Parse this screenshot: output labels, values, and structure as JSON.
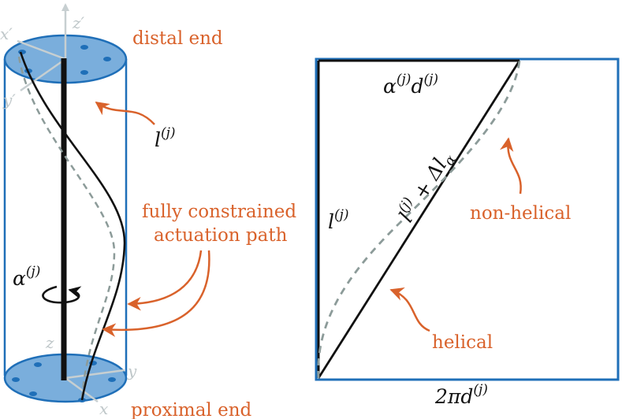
{
  "left_figure": {
    "distal_label": "distal end",
    "proximal_label": "proximal end",
    "tendon_label": {
      "base": "l",
      "sup": "(j)"
    },
    "path_label_line1": "fully constrained",
    "path_label_line2": "actuation path",
    "rotation_label": {
      "base": "α",
      "sup": "(j)"
    },
    "top_axes": {
      "x": "x′",
      "y": "y′",
      "z": "z′"
    },
    "bottom_axes": {
      "x": "x",
      "y": "y",
      "z": "z"
    }
  },
  "right_figure": {
    "top_label": {
      "a": "α",
      "a_sup": "(j)",
      "b": "d",
      "b_sup": "(j)"
    },
    "left_label": {
      "base": "l",
      "sup": "(j)"
    },
    "diagonal_label": {
      "base": "l",
      "sup": "(j)",
      "rest": " + Δl",
      "sub": "α"
    },
    "bottom_label": {
      "base": "2πd",
      "sup": "(j)"
    },
    "non_helical_label": "non-helical",
    "helical_label": "helical"
  },
  "colors": {
    "blue_stroke": "#1f6fb8",
    "blue_fill": "#7aaedc",
    "orange": "#d9622b",
    "dashed_gray": "#8c9b99",
    "axis_gray": "#bfc7c9"
  }
}
